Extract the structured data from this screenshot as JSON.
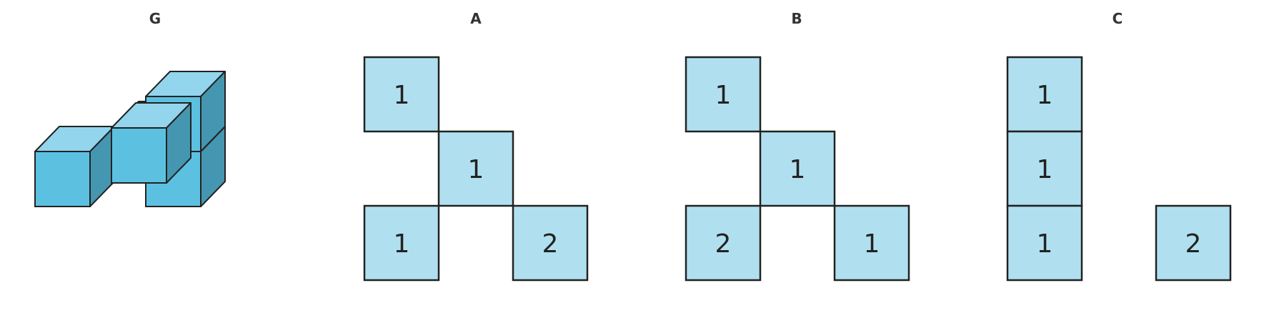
{
  "colors": {
    "stroke": "#222222",
    "cube_top": "#92d5ec",
    "cube_front": "#5cc1e1",
    "cube_side": "#4596b0",
    "cell_fill": "#b0e0f0",
    "label": "#333333"
  },
  "panels": [
    {
      "label": "G",
      "kind": "isometric-cubes",
      "cubes": [
        {
          "col": 1,
          "row": 0,
          "z": 0
        },
        {
          "col": 1,
          "row": 1,
          "z": 0
        },
        {
          "col": 2,
          "row": 0,
          "z": 0
        },
        {
          "col": 2,
          "row": 0,
          "z": 1
        },
        {
          "col": 0,
          "row": 1,
          "z": 0
        }
      ]
    },
    {
      "label": "A",
      "kind": "top-view-grid",
      "cells": [
        {
          "col": 0,
          "row": 0,
          "value": "1"
        },
        {
          "col": 1,
          "row": 1,
          "value": "1"
        },
        {
          "col": 0,
          "row": 2,
          "value": "1"
        },
        {
          "col": 2,
          "row": 2,
          "value": "2"
        }
      ]
    },
    {
      "label": "B",
      "kind": "top-view-grid",
      "cells": [
        {
          "col": 0,
          "row": 0,
          "value": "1"
        },
        {
          "col": 1,
          "row": 1,
          "value": "1"
        },
        {
          "col": 0,
          "row": 2,
          "value": "2"
        },
        {
          "col": 2,
          "row": 2,
          "value": "1"
        }
      ]
    },
    {
      "label": "C",
      "kind": "top-view-grid",
      "cells": [
        {
          "col": 0,
          "row": 0,
          "value": "1"
        },
        {
          "col": 0,
          "row": 1,
          "value": "1"
        },
        {
          "col": 0,
          "row": 2,
          "value": "1"
        },
        {
          "col": 2,
          "row": 2,
          "value": "2"
        }
      ]
    }
  ]
}
